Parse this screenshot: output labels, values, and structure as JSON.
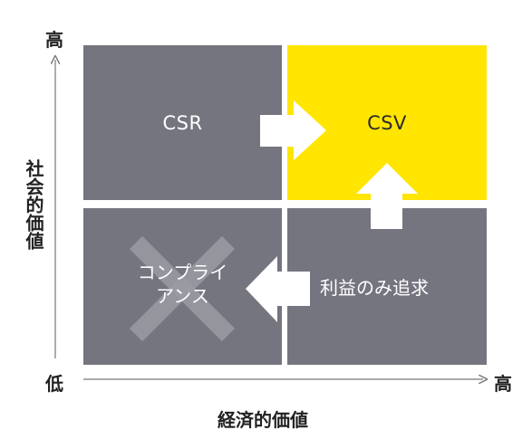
{
  "colors": {
    "gray": "#757580",
    "yellow": "#ffe500",
    "arrow": "#ffffff",
    "axis": "#777777",
    "cross": "#9b9ba4"
  },
  "quadrants": {
    "csr": "CSR",
    "csv": "CSV",
    "compliance_line1": "コンプライ",
    "compliance_line2": "アンス",
    "profit": "利益のみ追求"
  },
  "axes": {
    "y_high": "高",
    "y_low": "低",
    "x_high": "高",
    "y_title": "社会的価値",
    "x_title": "経済的価値"
  },
  "icons": {
    "cross": "cross-mark-icon",
    "arrows": [
      "arrow-right-icon",
      "arrow-up-icon",
      "arrow-left-icon"
    ]
  }
}
